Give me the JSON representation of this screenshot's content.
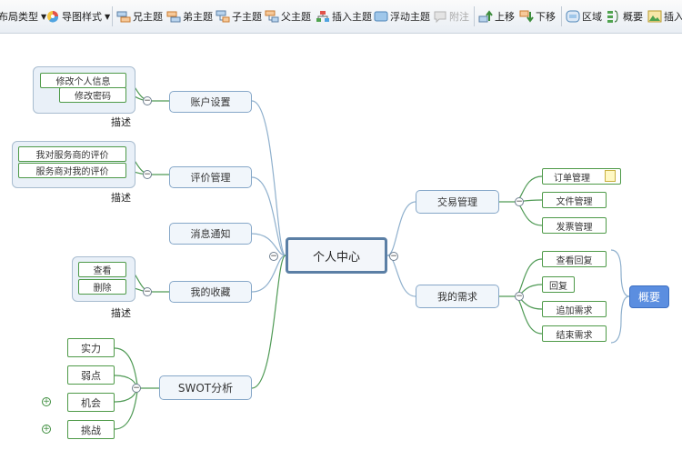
{
  "toolbar": {
    "layout_type": "布局类型",
    "map_style": "导图样式",
    "sibling_topic": "兄主题",
    "child_sibling": "弟主题",
    "sub_topic": "子主题",
    "parent_topic": "父主题",
    "insert_topic": "插入主题",
    "float_topic": "浮动主题",
    "note": "附注",
    "move_up": "上移",
    "move_down": "下移",
    "region": "区域",
    "summary": "概要",
    "insert": "插入"
  },
  "map": {
    "central": "个人中心",
    "left": {
      "account": {
        "title": "账户设置",
        "children": [
          "修改个人信息",
          "修改密码"
        ],
        "caption": "描述"
      },
      "review": {
        "title": "评价管理",
        "children": [
          "我对服务商的评价",
          "服务商对我的评价"
        ],
        "caption": "描述"
      },
      "message": {
        "title": "消息通知"
      },
      "favorite": {
        "title": "我的收藏",
        "children": [
          "查看",
          "删除"
        ],
        "caption": "描述"
      },
      "swot": {
        "title": "SWOT分析",
        "children": [
          "实力",
          "弱点",
          "机会",
          "挑战"
        ]
      }
    },
    "right": {
      "trade": {
        "title": "交易管理",
        "children": [
          "订单管理",
          "文件管理",
          "发票管理"
        ]
      },
      "needs": {
        "title": "我的需求",
        "children": [
          "查看回复",
          "回复",
          "追加需求",
          "结束需求"
        ],
        "summary": "概要"
      }
    }
  },
  "colors": {
    "main_border": "#86a7c8",
    "leaf_border": "#4e9a48",
    "central_border": "#5b7fa5",
    "summary_fill": "#5b8ee0",
    "connector_blue": "#8fb0cd",
    "connector_green": "#4f9a55"
  }
}
